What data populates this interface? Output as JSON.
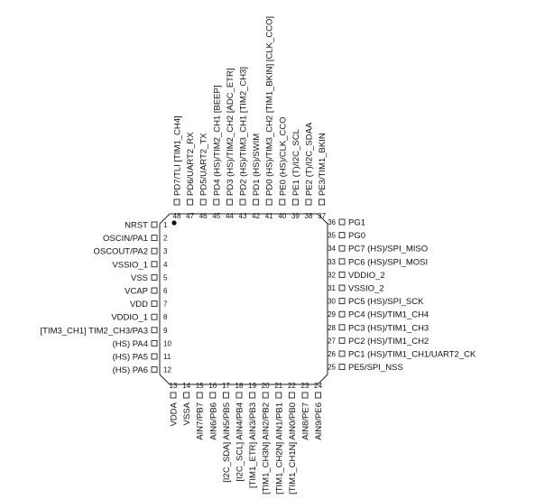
{
  "pin1_marker": "dot",
  "pins_left": [
    {
      "num": "1",
      "label": "NRST"
    },
    {
      "num": "2",
      "label": "OSCIN/PA1"
    },
    {
      "num": "3",
      "label": "OSCOUT/PA2"
    },
    {
      "num": "4",
      "label": "VSSIO_1"
    },
    {
      "num": "5",
      "label": "VSS"
    },
    {
      "num": "6",
      "label": "VCAP"
    },
    {
      "num": "7",
      "label": "VDD"
    },
    {
      "num": "8",
      "label": "VDDIO_1"
    },
    {
      "num": "9",
      "label": "[TIM3_CH1] TIM2_CH3/PA3"
    },
    {
      "num": "10",
      "label": "(HS) PA4"
    },
    {
      "num": "11",
      "label": "(HS) PA5"
    },
    {
      "num": "12",
      "label": "(HS) PA6"
    }
  ],
  "pins_right": [
    {
      "num": "36",
      "label": "PG1"
    },
    {
      "num": "35",
      "label": "PG0"
    },
    {
      "num": "34",
      "label": "PC7 (HS)/SPI_MISO"
    },
    {
      "num": "33",
      "label": "PC6 (HS)/SPI_MOSI"
    },
    {
      "num": "32",
      "label": "VDDIO_2"
    },
    {
      "num": "31",
      "label": "VSSIO_2"
    },
    {
      "num": "30",
      "label": "PC5 (HS)/SPI_SCK"
    },
    {
      "num": "29",
      "label": "PC4 (HS)/TIM1_CH4"
    },
    {
      "num": "28",
      "label": "PC3 (HS)/TIM1_CH3"
    },
    {
      "num": "27",
      "label": "PC2 (HS)/TIM1_CH2"
    },
    {
      "num": "26",
      "label": "PC1 (HS)/TIM1_CH1/UART2_CK"
    },
    {
      "num": "25",
      "label": "PE5/SPI_NSS"
    }
  ],
  "pins_top": [
    {
      "num": "48",
      "label": "PD7/TLI [TIM1_CH4]"
    },
    {
      "num": "47",
      "label": "PD6/UART2_RX"
    },
    {
      "num": "46",
      "label": "PD5/UART2_TX"
    },
    {
      "num": "45",
      "label": "PD4 (HS)/TIM2_CH1 [BEEP]"
    },
    {
      "num": "44",
      "label": "PD3 (HS)/TIM2_CH2 [ADC_ETR]"
    },
    {
      "num": "43",
      "label": "PD2 (HS)/TIM3_CH1 [TIM2_CH3]"
    },
    {
      "num": "42",
      "label": "PD1 (HS)/SWIM"
    },
    {
      "num": "41",
      "label": "PD0 (HS)/TIM3_CH2 [TIM1_BKIN] [CLK_CCO]"
    },
    {
      "num": "40",
      "label": "PE0 (HS)/CLK_CCO"
    },
    {
      "num": "39",
      "label": "PE1 (T)/I2C_SCL"
    },
    {
      "num": "38",
      "label": "PE2 (T)/I2C_SDAA"
    },
    {
      "num": "37",
      "label": "PE3/TIM1_BKIN"
    }
  ],
  "pins_bottom": [
    {
      "num": "13",
      "label": "VDDA"
    },
    {
      "num": "14",
      "label": "VSSA"
    },
    {
      "num": "15",
      "label": "AIN7/PB7"
    },
    {
      "num": "16",
      "label": "AIN6/PB6"
    },
    {
      "num": "17",
      "label": "[I2C_SDA] AIN5/PB5"
    },
    {
      "num": "18",
      "label": "[I2C_SCL] AIN4/PB4"
    },
    {
      "num": "19",
      "label": "[TIM1_ETR] AIN3/PB3"
    },
    {
      "num": "20",
      "label": "[TIM1_CH3N] AIN2/PB2"
    },
    {
      "num": "21",
      "label": "[TIM1_CH2N] AIN1/PB1"
    },
    {
      "num": "22",
      "label": "[TIM1_CH1N] AIN0/PB0"
    },
    {
      "num": "23",
      "label": "AIN8/PE7"
    },
    {
      "num": "24",
      "label": "AIN9/PE6"
    }
  ]
}
